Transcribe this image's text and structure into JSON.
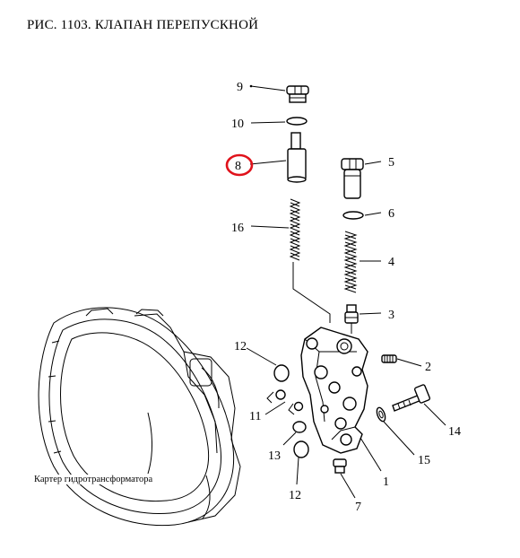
{
  "title": "РИС. 1103. КЛАПАН ПЕРЕПУСКНОЙ",
  "caption": "Картер гидротрансформатора",
  "callouts": {
    "c1": "1",
    "c2": "2",
    "c3": "3",
    "c4": "4",
    "c5": "5",
    "c6": "6",
    "c7": "7",
    "c8": "8",
    "c9": "9",
    "c10": "10",
    "c11": "11",
    "c12a": "12",
    "c12b": "12",
    "c13": "13",
    "c14": "14",
    "c15": "15",
    "c16": "16"
  },
  "colors": {
    "highlight": "#e0121b",
    "line": "#000000",
    "background": "#ffffff"
  }
}
